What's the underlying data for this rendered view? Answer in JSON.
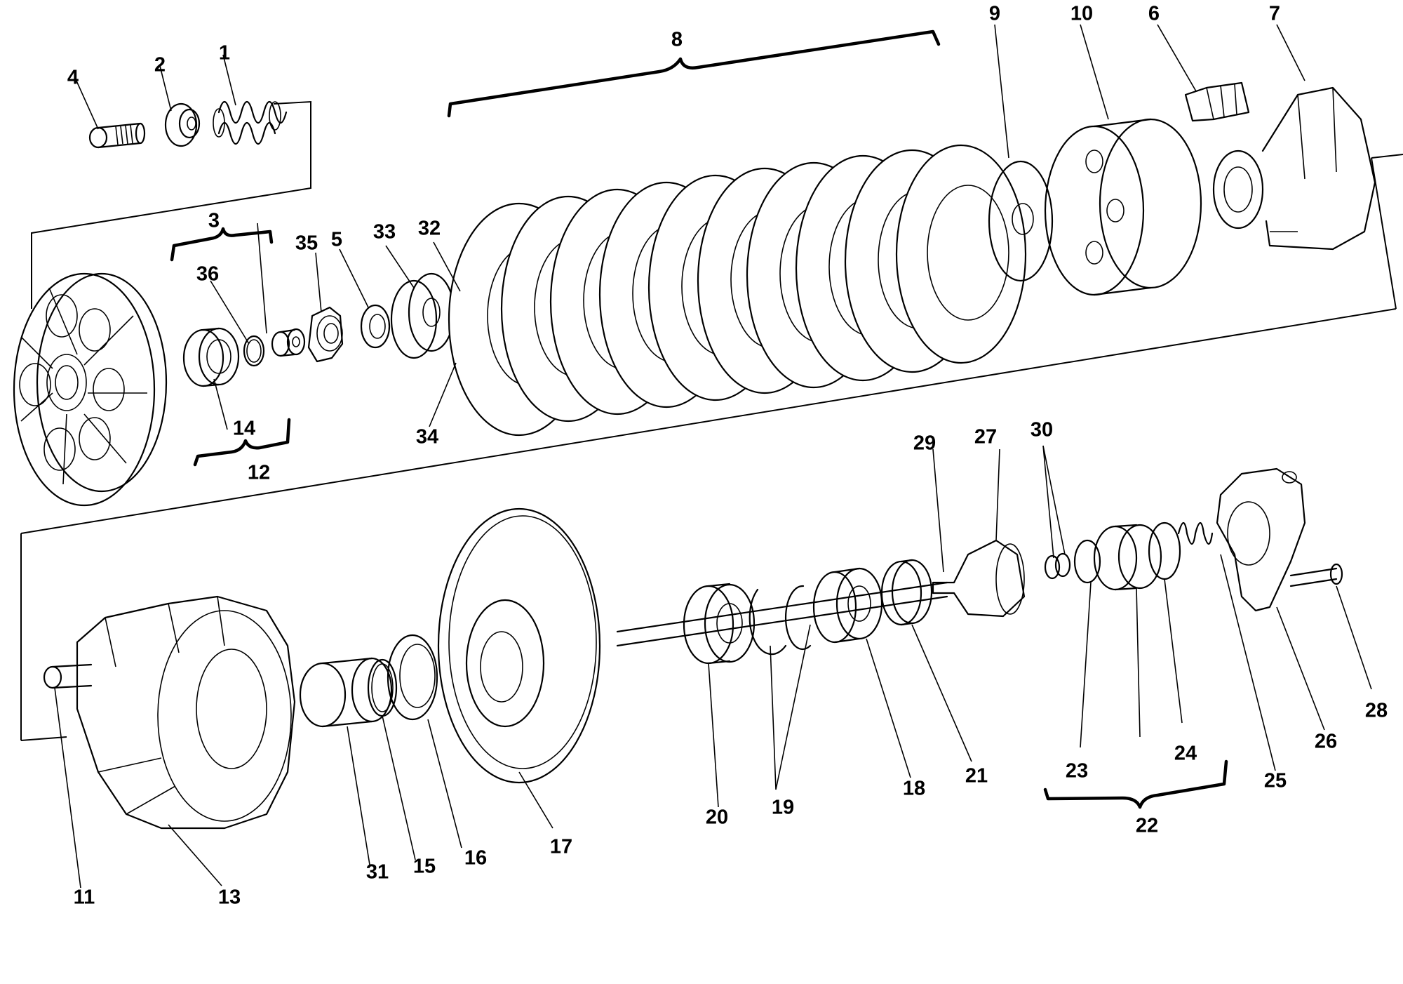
{
  "figure": {
    "callouts": {
      "c1": "1",
      "c2": "2",
      "c3": "3",
      "c4": "4",
      "c5": "5",
      "c6": "6",
      "c7": "7",
      "c8": "8",
      "c9": "9",
      "c10": "10",
      "c11": "11",
      "c12": "12",
      "c13": "13",
      "c14": "14",
      "c15": "15",
      "c16": "16",
      "c17": "17",
      "c18": "18",
      "c19": "19",
      "c20": "20",
      "c21": "21",
      "c22": "22",
      "c23": "23",
      "c24": "24",
      "c25": "25",
      "c26": "26",
      "c27": "27",
      "c28": "28",
      "c29": "29",
      "c30": "30",
      "c31": "31",
      "c32": "32",
      "c33": "33",
      "c34": "34",
      "c35": "35",
      "c36": "36"
    }
  }
}
